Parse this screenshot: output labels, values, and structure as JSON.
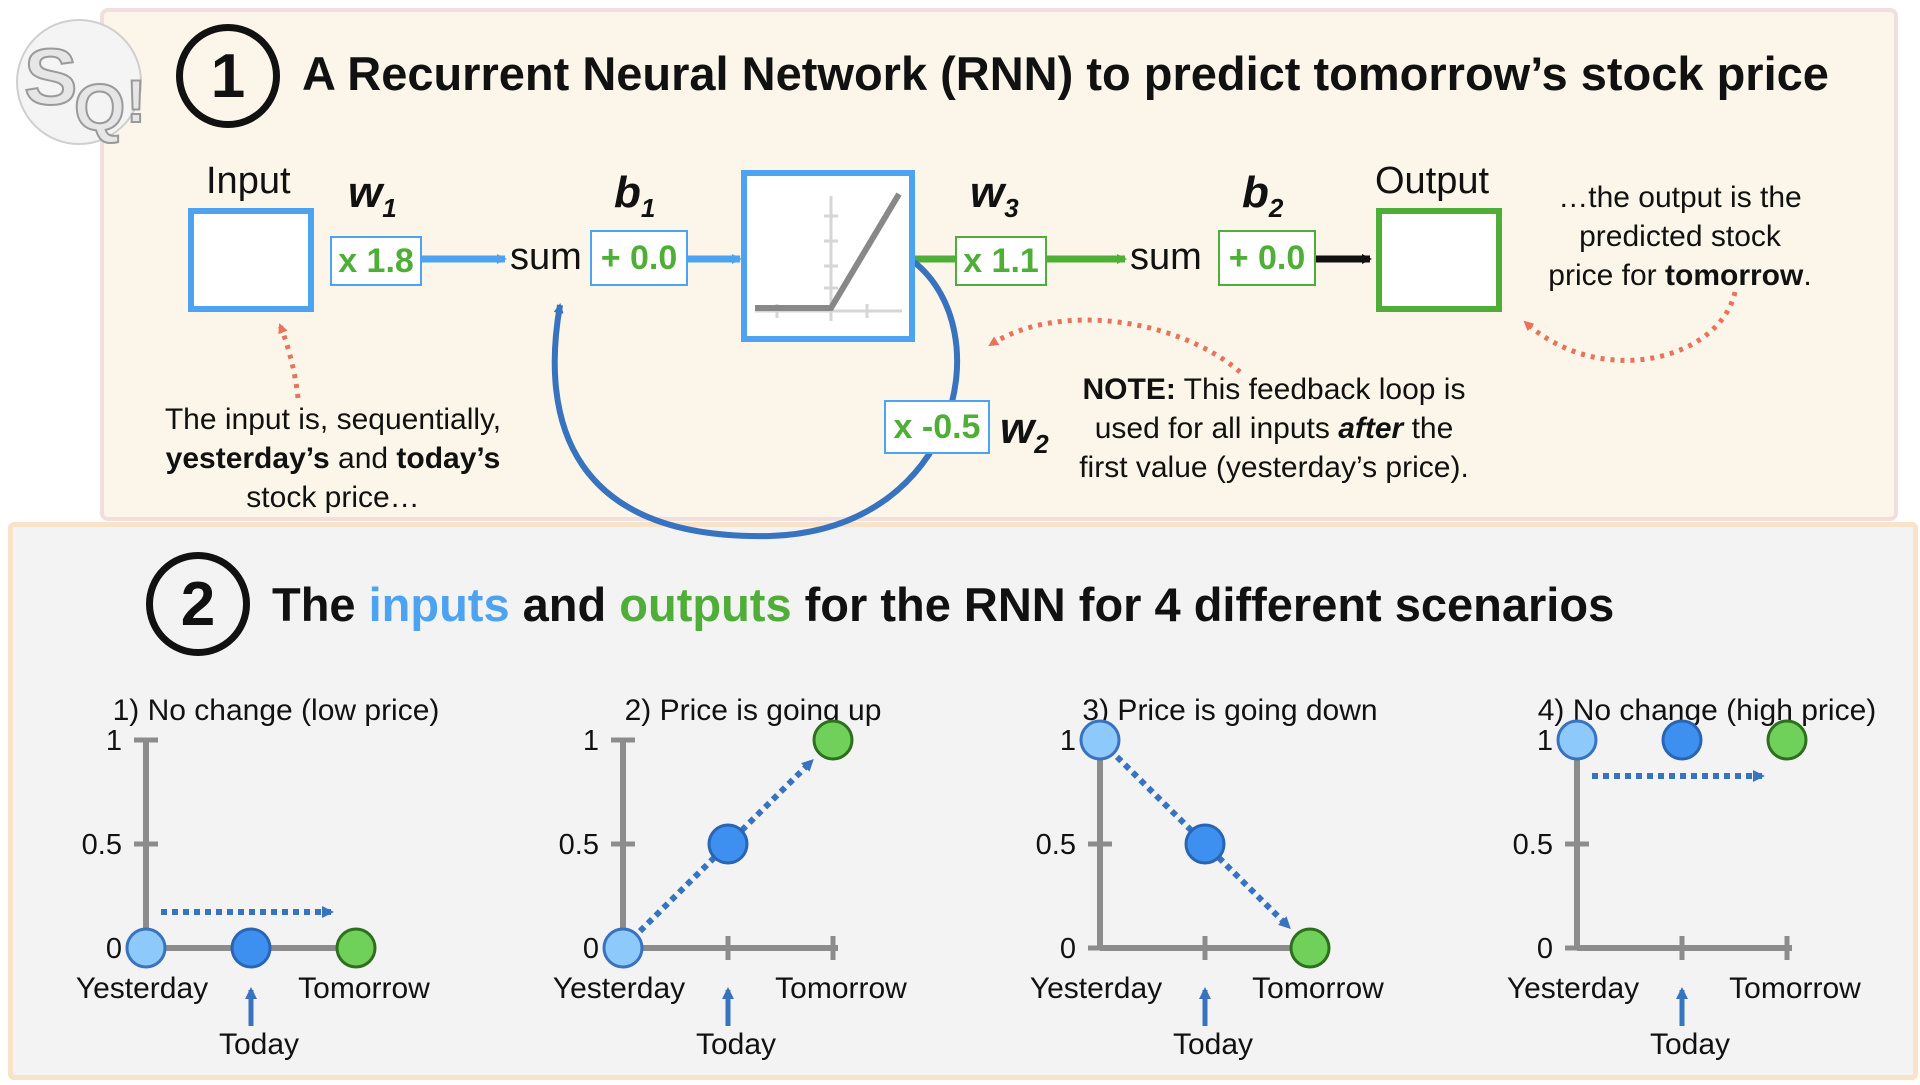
{
  "section1": {
    "number": "1",
    "title": "A Recurrent Neural Network (RNN) to predict tomorrow’s stock price",
    "input_label": "Input",
    "output_label": "Output",
    "w1": {
      "letter": "w",
      "sub": "1",
      "box": "x 1.8"
    },
    "b1": {
      "letter": "b",
      "sub": "1",
      "box": "+ 0.0"
    },
    "w3": {
      "letter": "w",
      "sub": "3",
      "box": "x 1.1"
    },
    "b2": {
      "letter": "b",
      "sub": "2",
      "box": "+ 0.0"
    },
    "w2": {
      "letter": "w",
      "sub": "2",
      "box": "x -0.5"
    },
    "sum_label": "sum",
    "input_note": {
      "line1": "The input is, sequentially,",
      "bold1": "yesterday’s",
      "mid": " and ",
      "bold2": "today’s",
      "line3": "stock price…"
    },
    "output_note": {
      "line1": "…the output is the",
      "line2": "predicted stock",
      "line3_pre": "price for ",
      "line3_bold": "tomorrow",
      "line3_post": "."
    },
    "loop_note": {
      "bold": "NOTE:",
      "line1_rest": " This feedback loop is",
      "line2_pre": "used for all inputs ",
      "line2_em": "after",
      "line2_post": " the",
      "line3": "first value (yesterday’s price)."
    }
  },
  "section2": {
    "number": "2",
    "title_parts": [
      "The ",
      "inputs",
      " and ",
      "outputs",
      " for the RNN for 4 different scenarios"
    ]
  },
  "colors": {
    "blue": "#4ea3f1",
    "dark_blue": "#3873bf",
    "green": "#4fae37",
    "dot_green": "#6fd05a",
    "dot_blue": "#3d8ff0",
    "dot_light": "#8ec9fb",
    "red_arrow": "#e8735a",
    "axis": "#8c8c8c"
  },
  "chart_data": [
    {
      "type": "scatter",
      "title": "1) No change (low price)",
      "categories": [
        "Yesterday",
        "Today",
        "Tomorrow"
      ],
      "yticks": [
        "0",
        "0.5",
        "1"
      ],
      "ylim": [
        0,
        1
      ],
      "series": [
        {
          "values": [
            0,
            0
          ]
        },
        {
          "values": [
            0
          ]
        }
      ],
      "input_values": [
        0,
        0
      ],
      "output_value": 0,
      "arrow_label": "Today"
    },
    {
      "type": "scatter",
      "title": "2) Price is going up",
      "categories": [
        "Yesterday",
        "Today",
        "Tomorrow"
      ],
      "yticks": [
        "0",
        "0.5",
        "1"
      ],
      "ylim": [
        0,
        1
      ],
      "input_values": [
        0,
        0.5
      ],
      "output_value": 1,
      "arrow_label": "Today"
    },
    {
      "type": "scatter",
      "title": "3) Price is going down",
      "categories": [
        "Yesterday",
        "Today",
        "Tomorrow"
      ],
      "yticks": [
        "0",
        "0.5",
        "1"
      ],
      "ylim": [
        0,
        1
      ],
      "input_values": [
        1,
        0.5
      ],
      "output_value": 0,
      "arrow_label": "Today"
    },
    {
      "type": "scatter",
      "title": "4) No change (high price)",
      "categories": [
        "Yesterday",
        "Today",
        "Tomorrow"
      ],
      "yticks": [
        "0",
        "0.5",
        "1"
      ],
      "ylim": [
        0,
        1
      ],
      "input_values": [
        1,
        1
      ],
      "output_value": 1,
      "arrow_label": "Today"
    }
  ]
}
